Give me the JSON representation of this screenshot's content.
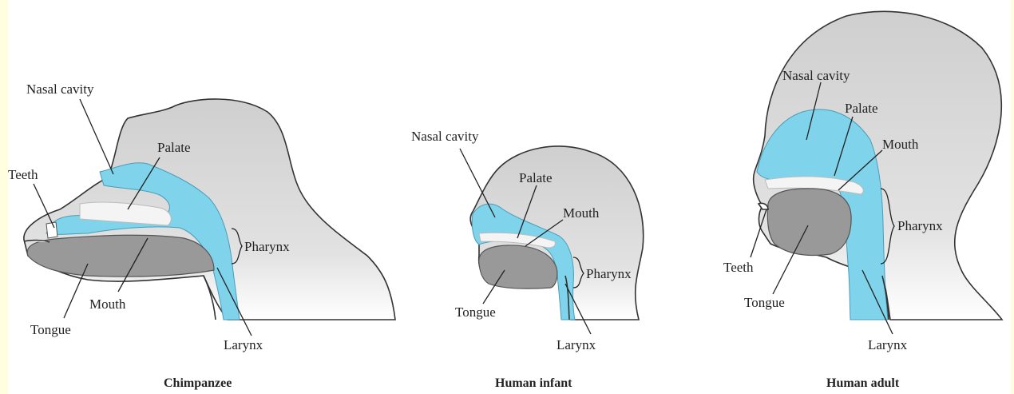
{
  "colors": {
    "background": "#ffffe0",
    "head_fill": "#d4d4d4",
    "airway": "#7fd3ea",
    "tongue": "#999999",
    "outline": "#333333"
  },
  "chimpanzee": {
    "caption": "Chimpanzee",
    "labels": {
      "nasal_cavity": "Nasal cavity",
      "palate": "Palate",
      "teeth": "Teeth",
      "pharynx": "Pharynx",
      "mouth": "Mouth",
      "tongue": "Tongue",
      "larynx": "Larynx"
    }
  },
  "infant": {
    "caption": "Human infant",
    "labels": {
      "nasal_cavity": "Nasal cavity",
      "palate": "Palate",
      "mouth": "Mouth",
      "pharynx": "Pharynx",
      "tongue": "Tongue",
      "larynx": "Larynx"
    }
  },
  "adult": {
    "caption": "Human adult",
    "labels": {
      "nasal_cavity": "Nasal cavity",
      "palate": "Palate",
      "mouth": "Mouth",
      "pharynx": "Pharynx",
      "teeth": "Teeth",
      "tongue": "Tongue",
      "larynx": "Larynx"
    }
  }
}
